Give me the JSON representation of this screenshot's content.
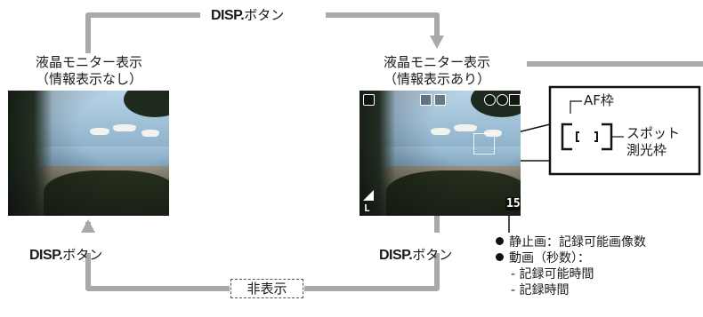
{
  "top_button": {
    "bold": "DISP.",
    "text": "ボタン"
  },
  "left_button": {
    "bold": "DISP.",
    "text": "ボタン"
  },
  "right_button": {
    "bold": "DISP.",
    "text": "ボタン"
  },
  "hidden_label": "非表示",
  "left_monitor": {
    "line1": "液晶モニター表示",
    "line2": "（情報表示なし）"
  },
  "right_monitor": {
    "line1": "液晶モニター表示",
    "line2": "（情報表示あり）"
  },
  "callout": {
    "af": "AF枠",
    "spot_line1": "スポット",
    "spot_line2": "測光枠"
  },
  "osd": {
    "size": "L",
    "count": "15"
  },
  "notes": {
    "still": "静止画：記録可能画像数",
    "movie": "動画（秒数）：",
    "sub1": "- 記録可能時間",
    "sub2": "- 記録時間"
  },
  "colors": {
    "flow_line": "#a9a9a9",
    "text": "#1a1a1a"
  }
}
